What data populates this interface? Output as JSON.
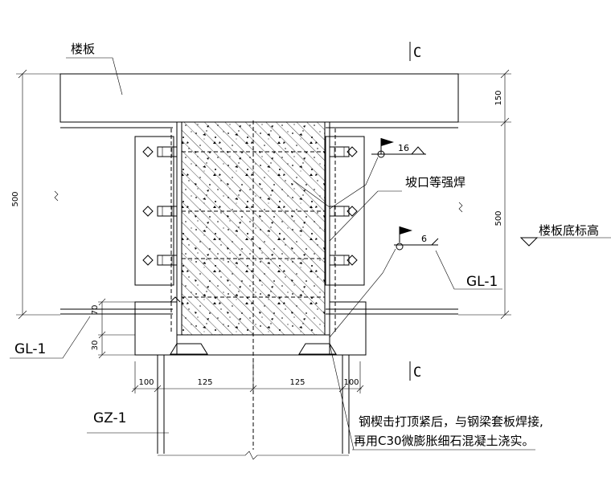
{
  "labels": {
    "slab": "楼板",
    "groove_weld": "坡口等强焊",
    "slab_bottom_elev": "楼板底标高",
    "beam_left": "GL-1",
    "beam_right": "GL-1",
    "column": "GZ-1",
    "section_top": "C",
    "section_bottom": "C",
    "note_line1": "钢楔击打顶紧后，与钢梁套板焊接,",
    "note_line2": "再用C30微膨胀细石混凝土浇实。"
  },
  "weld_symbols": {
    "upper_size": "16",
    "lower_size": "6"
  },
  "dimensions": {
    "slab_thickness": "150",
    "beam_depth_left": "500",
    "beam_depth_right": "500",
    "gap_70": "70",
    "gap_30": "30",
    "bottom_1": "100",
    "bottom_2": "125",
    "bottom_3": "125",
    "bottom_4": "100"
  }
}
